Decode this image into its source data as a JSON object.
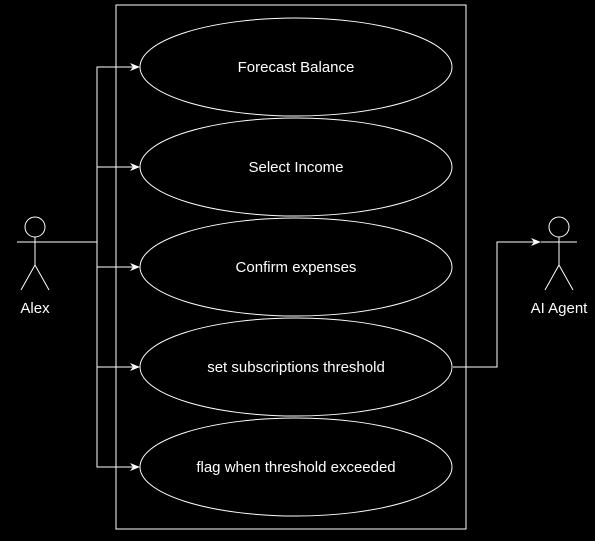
{
  "diagram": {
    "background": "#000000",
    "stroke_color": "#ffffff",
    "actors": [
      {
        "id": "alex",
        "label": "Alex"
      },
      {
        "id": "ai-agent",
        "label": "AI Agent"
      }
    ],
    "use_cases": [
      {
        "id": "forecast-balance",
        "label": "Forecast Balance"
      },
      {
        "id": "select-income",
        "label": "Select Income"
      },
      {
        "id": "confirm-expenses",
        "label": "Confirm expenses"
      },
      {
        "id": "set-subscriptions-threshold",
        "label": "set subscriptions threshold"
      },
      {
        "id": "flag-threshold-exceeded",
        "label": "flag when threshold exceeded"
      }
    ],
    "connections": [
      {
        "from": "alex",
        "to": "forecast-balance"
      },
      {
        "from": "alex",
        "to": "select-income"
      },
      {
        "from": "alex",
        "to": "confirm-expenses"
      },
      {
        "from": "alex",
        "to": "set-subscriptions-threshold"
      },
      {
        "from": "alex",
        "to": "flag-threshold-exceeded"
      },
      {
        "from": "set-subscriptions-threshold",
        "to": "ai-agent"
      }
    ]
  }
}
